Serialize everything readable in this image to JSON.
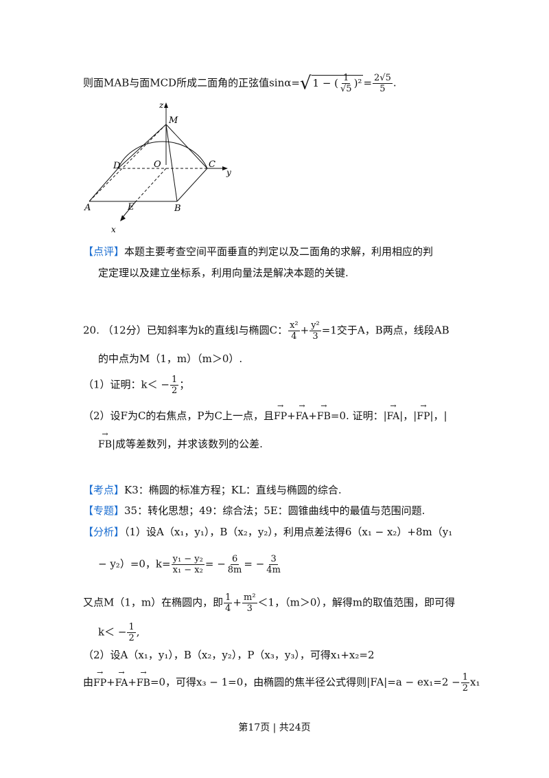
{
  "sections": {
    "top_formula": {
      "prefix": "则面MAB与面MCD所成二面角的正弦值sinα=",
      "radical": "1 − (",
      "frac_num": "1",
      "frac_den": "√5",
      "power": ")²",
      "equals": "=",
      "res_num": "2√5",
      "res_den": "5",
      "end": "."
    },
    "figure": {
      "labels": {
        "z": "z",
        "M": "M",
        "D": "D",
        "O": "O",
        "C": "C",
        "y": "y",
        "A": "A",
        "E": "E",
        "B": "B",
        "x": "x"
      }
    },
    "comment": {
      "tag": "【点评】",
      "line1": "本题主要考查空间平面垂直的判定以及二面角的求解，利用相应的判",
      "line2": "定定理以及建立坐标系，利用向量法是解决本题的关键."
    },
    "problem": {
      "p1_a": "20. （12分）已知斜率为k的直线l与椭圆C：",
      "p1_f1_num": "x²",
      "p1_f1_den": "4",
      "p1_plus": "+",
      "p1_f2_num": "y²",
      "p1_f2_den": "3",
      "p1_b": "=1交于A，B两点，线段AB",
      "p2": "的中点为M（1，m）（m＞0）.",
      "q1_a": "（1）证明：k＜ −",
      "q1_num": "1",
      "q1_den": "2",
      "q1_b": "；",
      "q2_a": "（2）设F为C的右焦点，P为C上一点，且",
      "vec_FP": "FP",
      "vec_FA": "FA",
      "vec_FB": "FB",
      "plus": "+",
      "eq_zero": "=0",
      "q2_b": ". 证明：|",
      "q2_sep1": "|，|",
      "q2_sep2": "|，|",
      "q2_c": "|成等差数列，并求该数列的公差."
    },
    "kaodian": {
      "tag": "【考点】",
      "text": "K3：椭圆的标准方程；KL：直线与椭圆的综合."
    },
    "zhuanti": {
      "tag": "【专题】",
      "text": "35：转化思想；49：综合法；5E：圆锥曲线中的最值与范围问题."
    },
    "fenxi": {
      "tag": "【分析】",
      "l1": "（1）设A（x₁，y₁），B（x₂，y₂），利用点差法得6（x₁ − x₂）+8m（y₁",
      "l2_a": "− y₂）=0，k=",
      "l2_f1_num": "y₁ − y₂",
      "l2_f1_den": "x₁ − x₂",
      "l2_b": "= −",
      "l2_f2_num": "6",
      "l2_f2_den": "8m",
      "l2_c": "= −",
      "l2_f3_num": "3",
      "l2_f3_den": "4m",
      "l3_a": "又点M（1，m）在椭圆内，即",
      "l3_f1_num": "1",
      "l3_f1_den": "4",
      "l3_plus": "+",
      "l3_f2_num": "m²",
      "l3_f2_den": "3",
      "l3_b": "＜1，（m＞0），解得m的取值范围，即可得",
      "l4_a": "k＜ −",
      "l4_num": "1",
      "l4_den": "2",
      "l4_b": ",",
      "l5": "（2）设A（x₁，y₁），B（x₂，y₂），P（x₃，y₃），可得x₁+x₂=2",
      "l6_a": "由",
      "l6_b": "=0，可得x₃ − 1=0，由椭圆的焦半径公式得则|FA|=a − ex₁=2 −",
      "l6_num": "1",
      "l6_den": "2",
      "l6_c": "x₁"
    }
  },
  "footer": {
    "text": "第17页 | 共24页"
  }
}
